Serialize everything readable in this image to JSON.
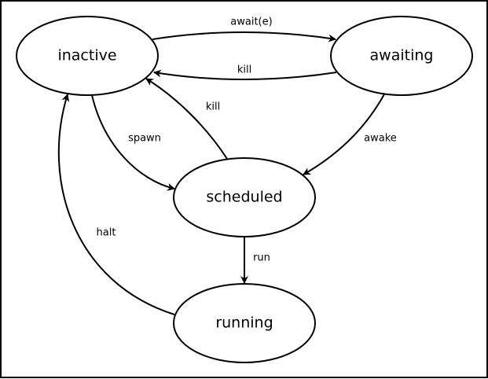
{
  "diagram": {
    "type": "state-diagram",
    "colors": {
      "stroke": "#000000",
      "fill": "#ffffff",
      "text": "#000000"
    },
    "nodes": {
      "inactive": {
        "label": "inactive"
      },
      "awaiting": {
        "label": "awaiting"
      },
      "scheduled": {
        "label": "scheduled"
      },
      "running": {
        "label": "running"
      }
    },
    "edges": {
      "await": {
        "from": "inactive",
        "to": "awaiting",
        "label": "await(e)"
      },
      "kill_from_awaiting": {
        "from": "awaiting",
        "to": "inactive",
        "label": "kill"
      },
      "kill_from_scheduled": {
        "from": "scheduled",
        "to": "inactive",
        "label": "kill"
      },
      "spawn": {
        "from": "inactive",
        "to": "scheduled",
        "label": "spawn"
      },
      "awake": {
        "from": "awaiting",
        "to": "scheduled",
        "label": "awake"
      },
      "run": {
        "from": "scheduled",
        "to": "running",
        "label": "run"
      },
      "halt": {
        "from": "running",
        "to": "inactive",
        "label": "halt"
      }
    }
  }
}
